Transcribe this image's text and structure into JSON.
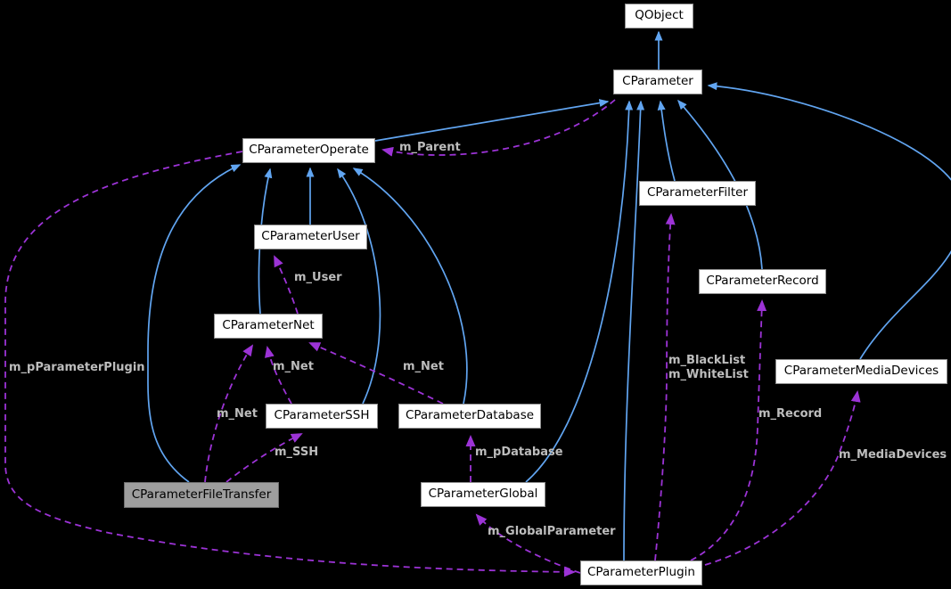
{
  "diagram": {
    "type": "collaboration-graph",
    "background": "#000000",
    "colors": {
      "inheritance_edge": "#61a5f1",
      "usage_edge": "#9c33d6",
      "node_background": "#ffffff",
      "node_border": "#8f8f8f",
      "node_text": "#000000",
      "highlighted_node_background": "#9e9e9e",
      "edge_label_text": "#bdbdbd"
    },
    "nodes": [
      {
        "id": "qobject",
        "label": "QObject",
        "highlighted": false
      },
      {
        "id": "cparameter",
        "label": "CParameter",
        "highlighted": false
      },
      {
        "id": "cparameteroperate",
        "label": "CParameterOperate",
        "highlighted": false
      },
      {
        "id": "cparameterfilter",
        "label": "CParameterFilter",
        "highlighted": false
      },
      {
        "id": "cparameteruser",
        "label": "CParameterUser",
        "highlighted": false
      },
      {
        "id": "cparameterrecord",
        "label": "CParameterRecord",
        "highlighted": false
      },
      {
        "id": "cparameternet",
        "label": "CParameterNet",
        "highlighted": false
      },
      {
        "id": "cparametermediadevices",
        "label": "CParameterMediaDevices",
        "highlighted": false
      },
      {
        "id": "cparameterssh",
        "label": "CParameterSSH",
        "highlighted": false
      },
      {
        "id": "cparameterdatabase",
        "label": "CParameterDatabase",
        "highlighted": false
      },
      {
        "id": "cparameterfiletransfer",
        "label": "CParameterFileTransfer",
        "highlighted": true
      },
      {
        "id": "cparameterglobal",
        "label": "CParameterGlobal",
        "highlighted": false
      },
      {
        "id": "cparameterplugin",
        "label": "CParameterPlugin",
        "highlighted": false
      }
    ],
    "edges": [
      {
        "from": "CParameter",
        "to": "CParameterOperate",
        "type": "usage",
        "label": "m_Parent"
      },
      {
        "from": "CParameterNet",
        "to": "CParameterUser",
        "type": "usage",
        "label": "m_User"
      },
      {
        "from": "CParameterFileTransfer",
        "to": "CParameterNet",
        "type": "usage",
        "label": "m_Net"
      },
      {
        "from": "CParameterSSH",
        "to": "CParameterNet",
        "type": "usage",
        "label": "m_Net"
      },
      {
        "from": "CParameterDatabase",
        "to": "CParameterNet",
        "type": "usage",
        "label": "m_Net"
      },
      {
        "from": "CParameterFileTransfer",
        "to": "CParameterSSH",
        "type": "usage",
        "label": "m_SSH"
      },
      {
        "from": "CParameterGlobal",
        "to": "CParameterDatabase",
        "type": "usage",
        "label": "m_pDatabase"
      },
      {
        "from": "CParameterPlugin",
        "to": "CParameterGlobal",
        "type": "usage",
        "label": "m_GlobalParameter"
      },
      {
        "from": "CParameterOperate",
        "to": "CParameterPlugin",
        "type": "usage",
        "label": "m_pParameterPlugin"
      },
      {
        "from": "CParameterPlugin",
        "to": "CParameterFilter",
        "type": "usage",
        "label": "m_BlackList\nm_WhiteList"
      },
      {
        "from": "CParameterPlugin",
        "to": "CParameterRecord",
        "type": "usage",
        "label": "m_Record"
      },
      {
        "from": "CParameterPlugin",
        "to": "CParameterMediaDevices",
        "type": "usage",
        "label": "m_MediaDevices"
      },
      {
        "from": "CParameter",
        "to": "QObject",
        "type": "inheritance",
        "label": ""
      },
      {
        "from": "CParameterOperate",
        "to": "CParameter",
        "type": "inheritance",
        "label": ""
      },
      {
        "from": "CParameterUser",
        "to": "CParameterOperate",
        "type": "inheritance",
        "label": ""
      },
      {
        "from": "CParameterNet",
        "to": "CParameterOperate",
        "type": "inheritance",
        "label": ""
      },
      {
        "from": "CParameterSSH",
        "to": "CParameterOperate",
        "type": "inheritance",
        "label": ""
      },
      {
        "from": "CParameterDatabase",
        "to": "CParameterOperate",
        "type": "inheritance",
        "label": ""
      },
      {
        "from": "CParameterFileTransfer",
        "to": "CParameterOperate",
        "type": "inheritance",
        "label": ""
      },
      {
        "from": "CParameterGlobal",
        "to": "CParameter",
        "type": "inheritance",
        "label": ""
      },
      {
        "from": "CParameterPlugin",
        "to": "CParameter",
        "type": "inheritance",
        "label": ""
      },
      {
        "from": "CParameterFilter",
        "to": "CParameter",
        "type": "inheritance",
        "label": ""
      },
      {
        "from": "CParameterRecord",
        "to": "CParameter",
        "type": "inheritance",
        "label": ""
      },
      {
        "from": "CParameterMediaDevices",
        "to": "CParameter",
        "type": "inheritance",
        "label": ""
      }
    ]
  }
}
